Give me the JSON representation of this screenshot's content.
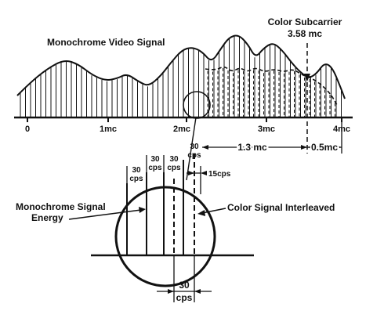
{
  "labels": {
    "monochrome_video_signal": "Monochrome Video Signal",
    "color_subcarrier_line1": "Color Subcarrier",
    "color_subcarrier_line2": "3.58 mc",
    "monochrome_signal_energy_line1": "Monochrome Signal",
    "monochrome_signal_energy_line2": "Energy",
    "color_signal_interleaved": "Color Signal Interleaved"
  },
  "axis": {
    "ticks": [
      "0",
      "1mc",
      "2mc",
      "3mc",
      "4mc"
    ]
  },
  "dimensions": {
    "span_1_3mc": "1.3 mc",
    "span_0_5mc": "0.5mc",
    "spacing_15cps": "15cps",
    "spacing_30cps_bottom_value": "30",
    "spacing_30cps_bottom_unit": "cps"
  },
  "cps_labels": [
    {
      "value": "30",
      "unit": "cps"
    },
    {
      "value": "30",
      "unit": "cps"
    },
    {
      "value": "30",
      "unit": "cps"
    },
    {
      "value": "30",
      "unit": "cps"
    }
  ],
  "colors": {
    "ink": "#111111",
    "background": "#ffffff"
  }
}
